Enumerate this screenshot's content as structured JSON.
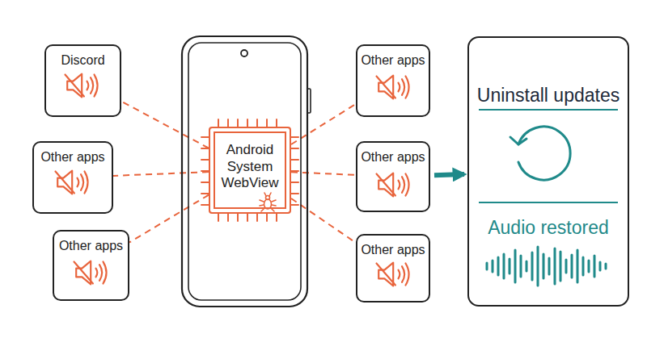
{
  "diagram": {
    "nodes": [
      {
        "text": [
          "Discord"
        ]
      },
      {
        "text": [
          "Other apps"
        ]
      },
      {
        "text": [
          "Other apps"
        ]
      },
      {
        "text": [
          "Android System WebView"
        ]
      },
      {
        "text": [
          "Other apps"
        ]
      },
      {
        "text": [
          "Other apps"
        ]
      },
      {
        "text": [
          "Other apps"
        ]
      },
      {
        "text": [
          "Uninstall updates",
          "Audio restored"
        ]
      }
    ],
    "edges": [
      {
        "from": 3,
        "to": 0,
        "arrow": "none"
      },
      {
        "from": 3,
        "to": 1,
        "arrow": "none"
      },
      {
        "from": 3,
        "to": 2,
        "arrow": "none"
      },
      {
        "from": 3,
        "to": 4,
        "arrow": "none"
      },
      {
        "from": 3,
        "to": 5,
        "arrow": "none"
      },
      {
        "from": 3,
        "to": 6,
        "arrow": "none"
      },
      {
        "from": 5,
        "to": 7,
        "arrow": "to"
      }
    ]
  }
}
